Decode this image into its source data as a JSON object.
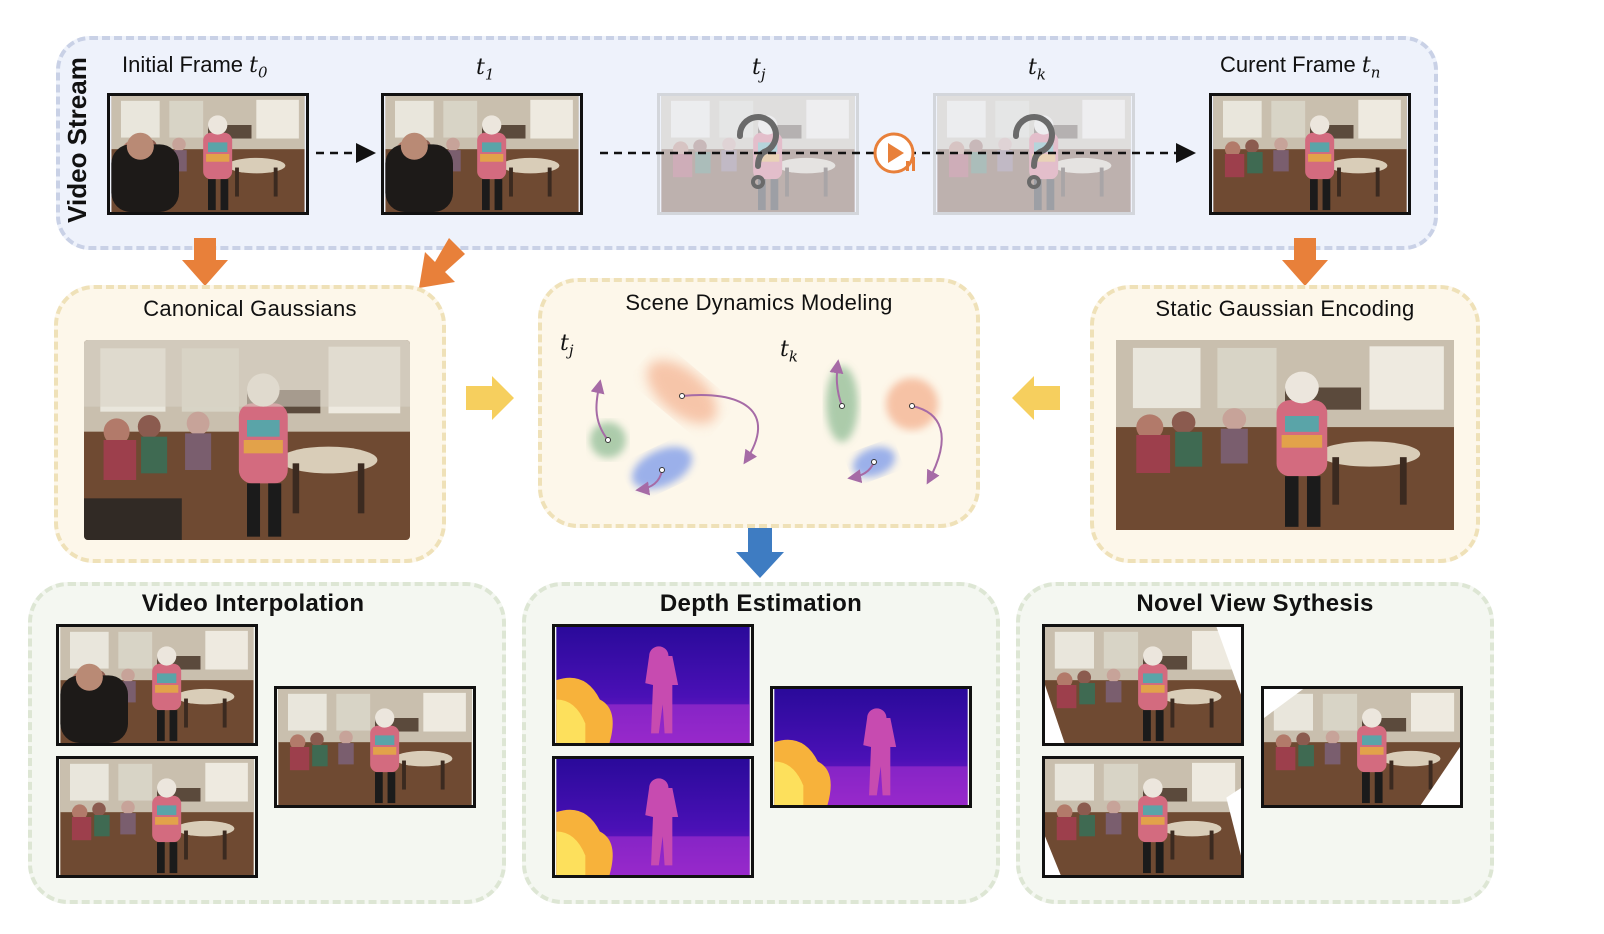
{
  "video_stream": {
    "side_label": "Video Stream",
    "frames": [
      {
        "label": "Initial Frame",
        "symbol": "t",
        "sub": "0"
      },
      {
        "label": "",
        "symbol": "t",
        "sub": "1"
      },
      {
        "label": "",
        "symbol": "t",
        "sub": "j"
      },
      {
        "label": "",
        "symbol": "t",
        "sub": "k"
      },
      {
        "label": "Curent Frame",
        "symbol": "t",
        "sub": "n"
      }
    ],
    "unknown_mark": "?"
  },
  "stages": {
    "canonical": "Canonical Gaussians",
    "dynamics": "Scene Dynamics Modeling",
    "static": "Static Gaussian Encoding",
    "dyn_time_left": {
      "symbol": "t",
      "sub": "j"
    },
    "dyn_time_right": {
      "symbol": "t",
      "sub": "k"
    }
  },
  "outputs": {
    "interpolation": "Video Interpolation",
    "depth": "Depth Estimation",
    "novel_view": "Novel View Sythesis"
  },
  "colors": {
    "orange_arrow": "#e8803a",
    "yellow_arrow": "#f6cf5e",
    "blue_arrow": "#3e7cc2",
    "trajectory": "#a66ba6"
  }
}
